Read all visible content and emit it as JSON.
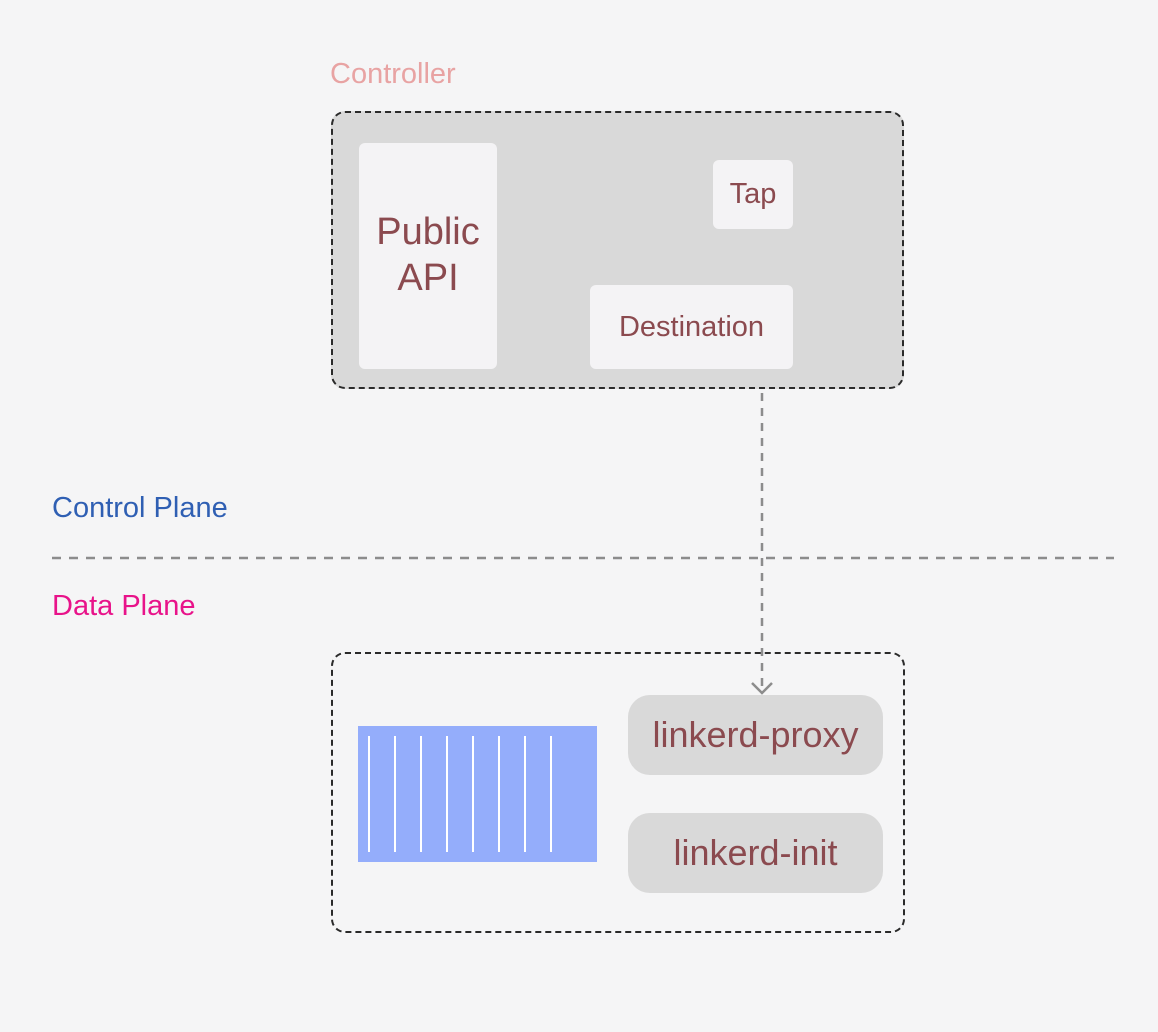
{
  "controller": {
    "title": "Controller",
    "components": {
      "public_api": "Public\nAPI",
      "tap": "Tap",
      "destination": "Destination"
    }
  },
  "planes": {
    "control_plane": "Control Plane",
    "data_plane": "Data Plane"
  },
  "pod": {
    "app_container_stripes": 8,
    "proxy": "linkerd-proxy",
    "init": "linkerd-init"
  },
  "colors": {
    "background": "#f5f5f6",
    "controller_fill": "#d9d9d9",
    "card_text": "#8b4a4f",
    "controller_title": "#e8a3a3",
    "control_plane_label": "#2f5fb3",
    "data_plane_label": "#e8138a",
    "app_container": "#94adfb",
    "connector": "#8c8c8c"
  }
}
